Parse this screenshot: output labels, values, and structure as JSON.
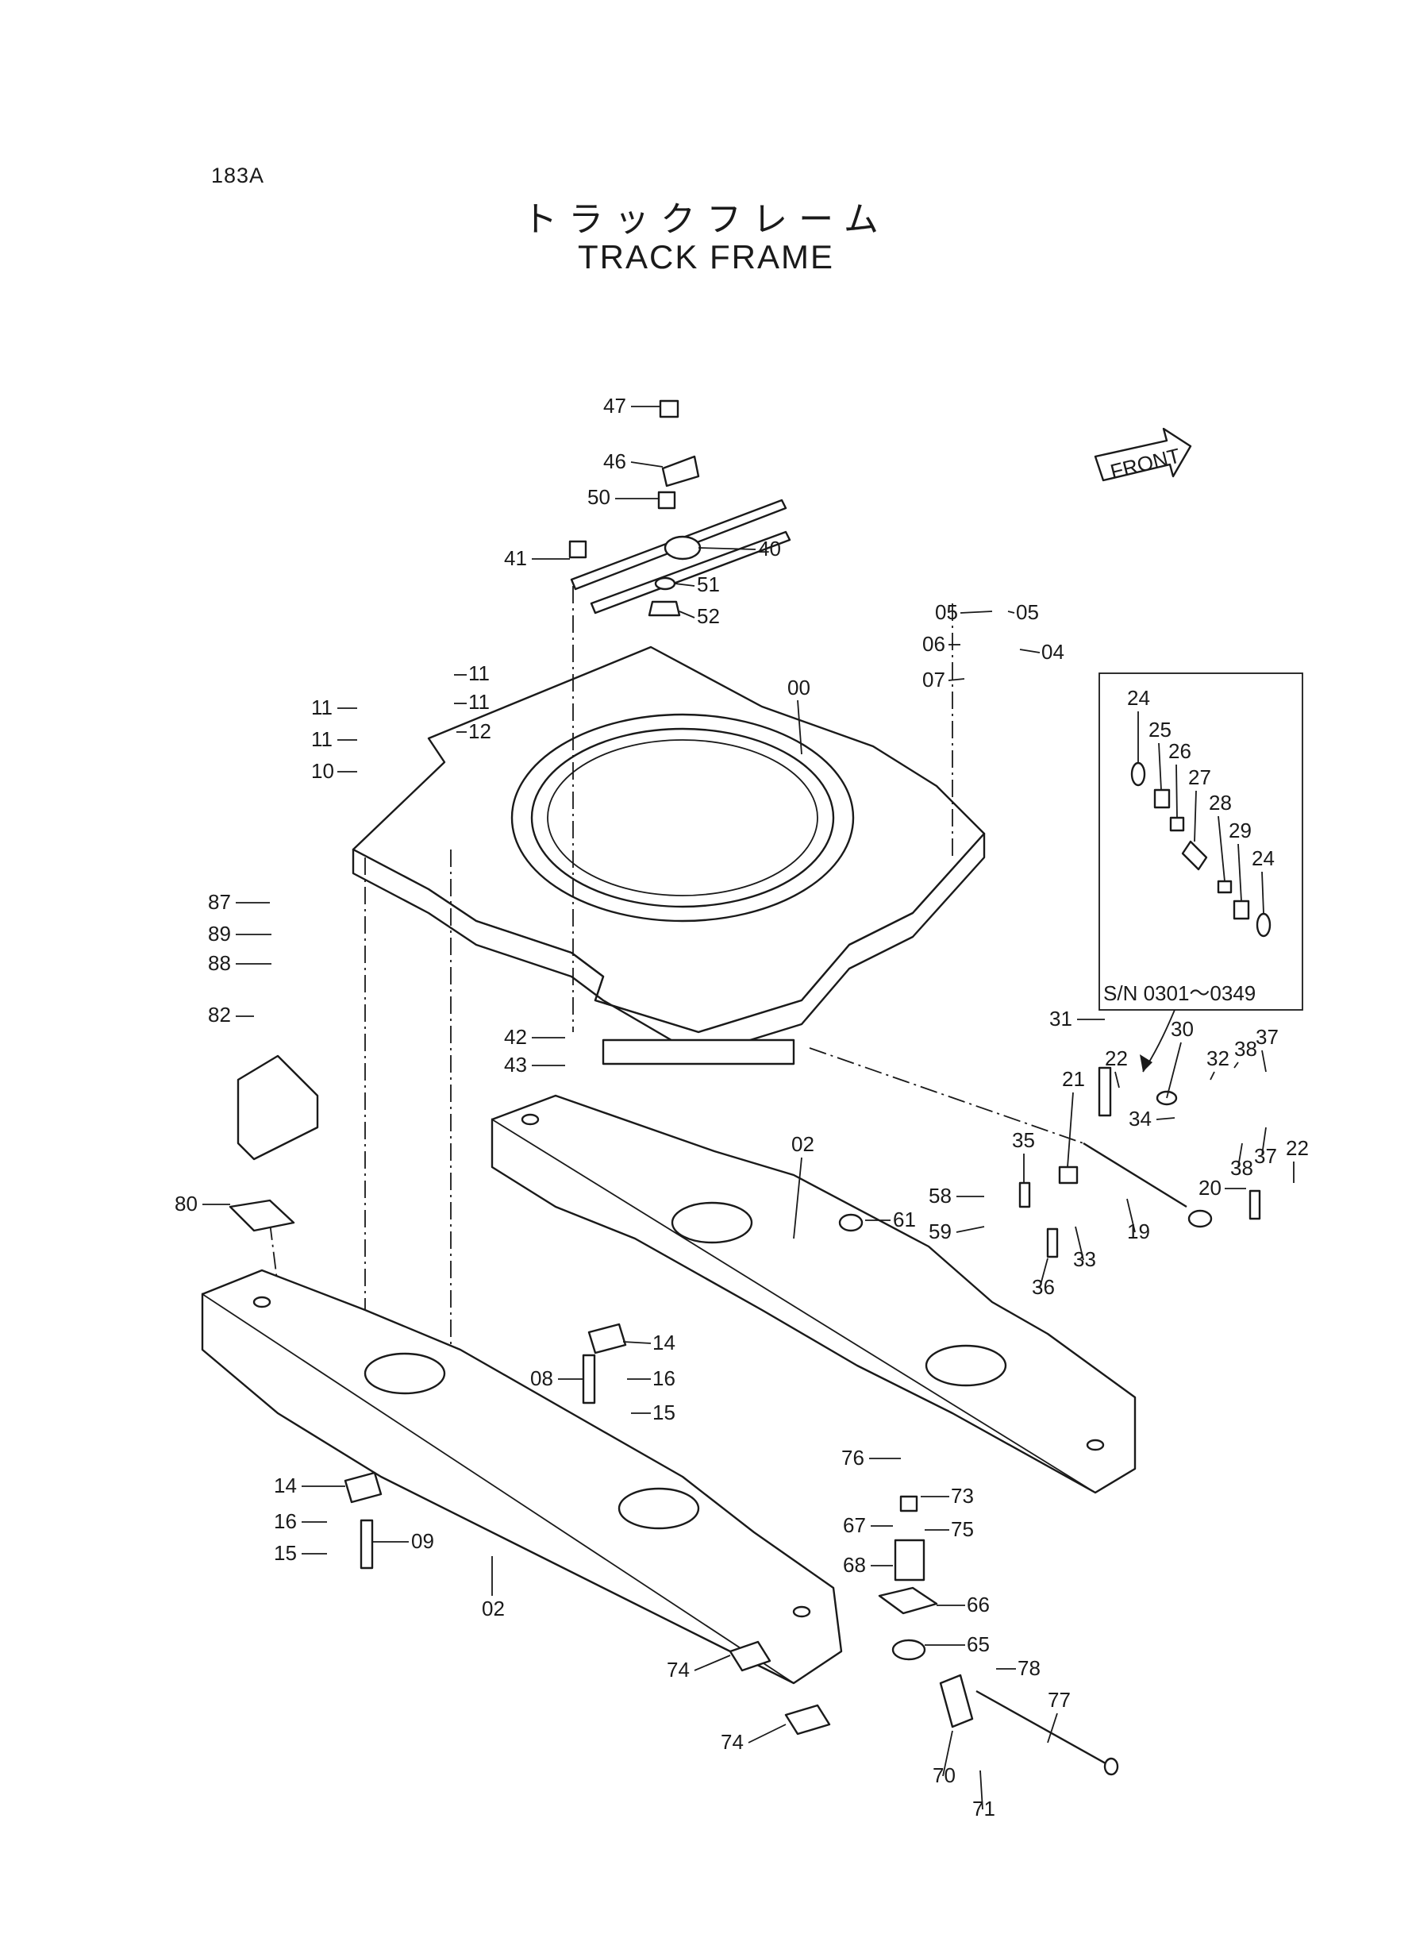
{
  "page_code": "183A",
  "title_jp": "トラックフレーム",
  "title_en": "TRACK FRAME",
  "front_label": "FRONT",
  "inset_serial": "S/N  0301～0349",
  "callouts": [
    {
      "id": "c47",
      "label": "47"
    },
    {
      "id": "c46",
      "label": "46"
    },
    {
      "id": "c50",
      "label": "50"
    },
    {
      "id": "c41",
      "label": "41"
    },
    {
      "id": "c40",
      "label": "40"
    },
    {
      "id": "c51",
      "label": "51"
    },
    {
      "id": "c52",
      "label": "52"
    },
    {
      "id": "c05a",
      "label": "05"
    },
    {
      "id": "c05b",
      "label": "05"
    },
    {
      "id": "c06",
      "label": "06"
    },
    {
      "id": "c04",
      "label": "04"
    },
    {
      "id": "c07",
      "label": "07"
    },
    {
      "id": "c00",
      "label": "00"
    },
    {
      "id": "c11a",
      "label": "11"
    },
    {
      "id": "c11b",
      "label": "11"
    },
    {
      "id": "c12",
      "label": "12"
    },
    {
      "id": "c11c",
      "label": "11"
    },
    {
      "id": "c11d",
      "label": "11"
    },
    {
      "id": "c10",
      "label": "10"
    },
    {
      "id": "c87",
      "label": "87"
    },
    {
      "id": "c89",
      "label": "89"
    },
    {
      "id": "c88",
      "label": "88"
    },
    {
      "id": "c82",
      "label": "82"
    },
    {
      "id": "c42",
      "label": "42"
    },
    {
      "id": "c43",
      "label": "43"
    },
    {
      "id": "c24a",
      "label": "24"
    },
    {
      "id": "c25",
      "label": "25"
    },
    {
      "id": "c26",
      "label": "26"
    },
    {
      "id": "c27",
      "label": "27"
    },
    {
      "id": "c28",
      "label": "28"
    },
    {
      "id": "c29",
      "label": "29"
    },
    {
      "id": "c24b",
      "label": "24"
    },
    {
      "id": "c31",
      "label": "31"
    },
    {
      "id": "c30",
      "label": "30"
    },
    {
      "id": "c38a",
      "label": "38"
    },
    {
      "id": "c37a",
      "label": "37"
    },
    {
      "id": "c32",
      "label": "32"
    },
    {
      "id": "c21",
      "label": "21"
    },
    {
      "id": "c22a",
      "label": "22"
    },
    {
      "id": "c34",
      "label": "34"
    },
    {
      "id": "c38b",
      "label": "38"
    },
    {
      "id": "c37b",
      "label": "37"
    },
    {
      "id": "c22b",
      "label": "22"
    },
    {
      "id": "c35",
      "label": "35"
    },
    {
      "id": "c02a",
      "label": "02"
    },
    {
      "id": "c58",
      "label": "58"
    },
    {
      "id": "c59",
      "label": "59"
    },
    {
      "id": "c61",
      "label": "61"
    },
    {
      "id": "c20",
      "label": "20"
    },
    {
      "id": "c19",
      "label": "19"
    },
    {
      "id": "c33",
      "label": "33"
    },
    {
      "id": "c36",
      "label": "36"
    },
    {
      "id": "c80",
      "label": "80"
    },
    {
      "id": "c14a",
      "label": "14"
    },
    {
      "id": "c08",
      "label": "08"
    },
    {
      "id": "c16a",
      "label": "16"
    },
    {
      "id": "c15a",
      "label": "15"
    },
    {
      "id": "c76",
      "label": "76"
    },
    {
      "id": "c73",
      "label": "73"
    },
    {
      "id": "c14b",
      "label": "14"
    },
    {
      "id": "c75",
      "label": "75"
    },
    {
      "id": "c67",
      "label": "67"
    },
    {
      "id": "c16b",
      "label": "16"
    },
    {
      "id": "c15b",
      "label": "15"
    },
    {
      "id": "c09",
      "label": "09"
    },
    {
      "id": "c68",
      "label": "68"
    },
    {
      "id": "c66",
      "label": "66"
    },
    {
      "id": "c02b",
      "label": "02"
    },
    {
      "id": "c65",
      "label": "65"
    },
    {
      "id": "c78",
      "label": "78"
    },
    {
      "id": "c77",
      "label": "77"
    },
    {
      "id": "c74a",
      "label": "74"
    },
    {
      "id": "c74b",
      "label": "74"
    },
    {
      "id": "c70",
      "label": "70"
    },
    {
      "id": "c71",
      "label": "71"
    }
  ]
}
